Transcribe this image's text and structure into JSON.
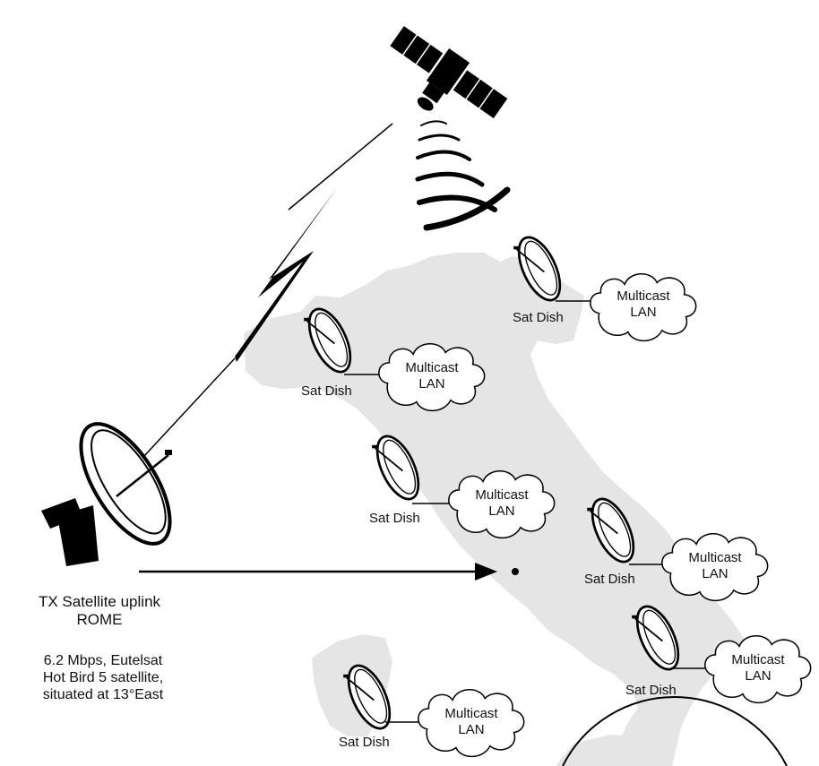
{
  "uplink": {
    "title_line1": "TX Satellite uplink",
    "title_line2": "ROME",
    "info_line1": "6.2 Mbps, Eutelsat",
    "info_line2": "Hot Bird 5 satellite,",
    "info_line3": "situated at 13°East"
  },
  "sites": [
    {
      "dish_label": "Sat Dish",
      "lan_line1": "Multicast",
      "lan_line2": "LAN"
    },
    {
      "dish_label": "Sat Dish",
      "lan_line1": "Multicast",
      "lan_line2": "LAN"
    },
    {
      "dish_label": "Sat Dish",
      "lan_line1": "Multicast",
      "lan_line2": "LAN"
    },
    {
      "dish_label": "Sat Dish",
      "lan_line1": "Multicast",
      "lan_line2": "LAN"
    },
    {
      "dish_label": "Sat Dish",
      "lan_line1": "Multicast",
      "lan_line2": "LAN"
    },
    {
      "dish_label": "Sat Dish",
      "lan_line1": "Multicast",
      "lan_line2": "LAN"
    }
  ],
  "colors": {
    "map_fill": "#e6e6e6",
    "ink": "#000000"
  }
}
